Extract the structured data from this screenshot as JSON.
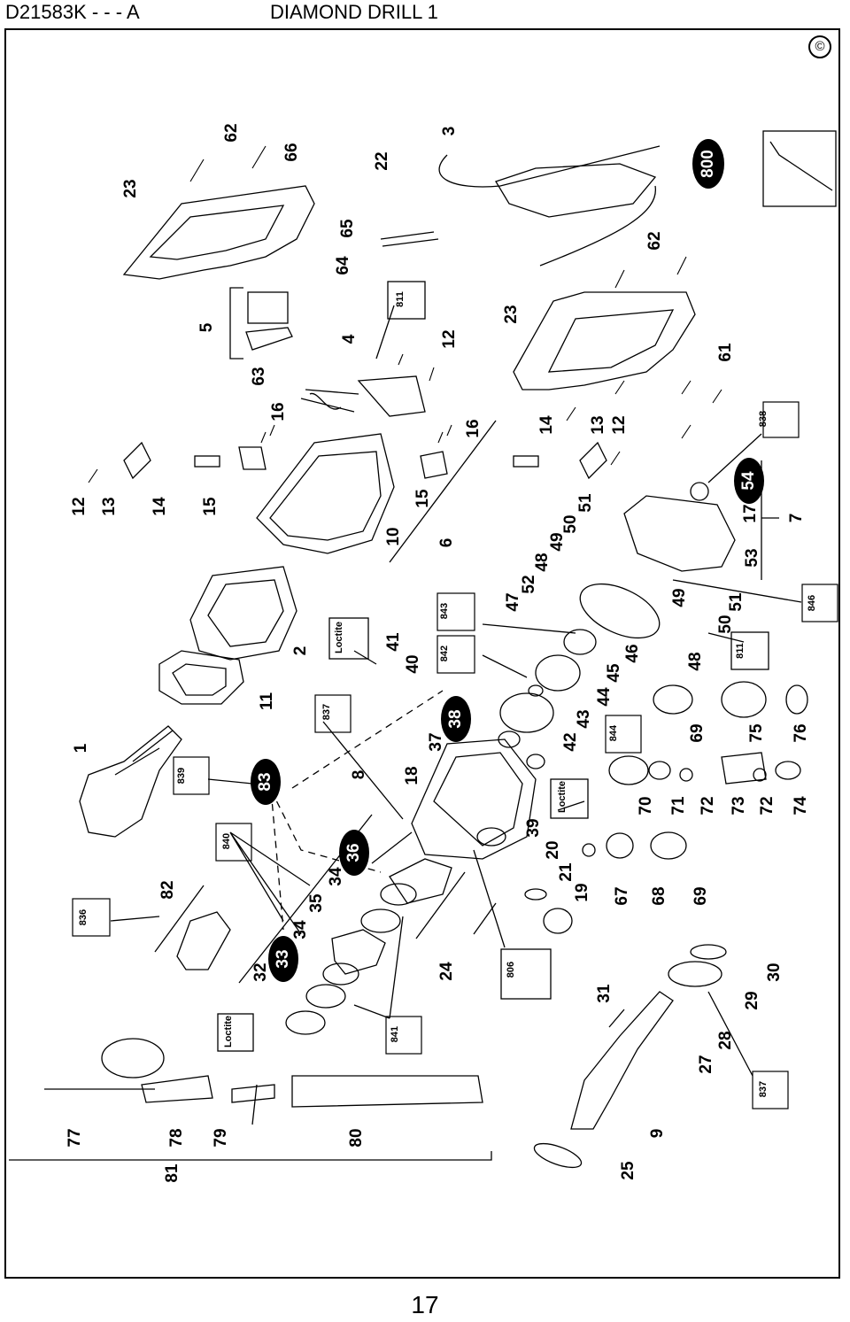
{
  "header": {
    "model": "D21583K - - - A",
    "title": "DIAMOND DRILL 1"
  },
  "copyright_symbol": "©",
  "page_number": "17",
  "labels": [
    {
      "id": "62a",
      "text": "62"
    },
    {
      "id": "66",
      "text": "66"
    },
    {
      "id": "22",
      "text": "22"
    },
    {
      "id": "3",
      "text": "3"
    },
    {
      "id": "800",
      "text": "800"
    },
    {
      "id": "23a",
      "text": "23"
    },
    {
      "id": "65",
      "text": "65"
    },
    {
      "id": "64",
      "text": "64"
    },
    {
      "id": "62b",
      "text": "62"
    },
    {
      "id": "5",
      "text": "5"
    },
    {
      "id": "811a",
      "text": "811"
    },
    {
      "id": "4",
      "text": "4"
    },
    {
      "id": "12a",
      "text": "12"
    },
    {
      "id": "23b",
      "text": "23"
    },
    {
      "id": "63",
      "text": "63"
    },
    {
      "id": "16a",
      "text": "16"
    },
    {
      "id": "16b",
      "text": "16"
    },
    {
      "id": "14a",
      "text": "14"
    },
    {
      "id": "13a",
      "text": "13"
    },
    {
      "id": "12b",
      "text": "12"
    },
    {
      "id": "61",
      "text": "61"
    },
    {
      "id": "838",
      "text": "838"
    },
    {
      "id": "12c",
      "text": "12"
    },
    {
      "id": "13b",
      "text": "13"
    },
    {
      "id": "14b",
      "text": "14"
    },
    {
      "id": "15a",
      "text": "15"
    },
    {
      "id": "10",
      "text": "10"
    },
    {
      "id": "15b",
      "text": "15"
    },
    {
      "id": "6",
      "text": "6"
    },
    {
      "id": "51a",
      "text": "51"
    },
    {
      "id": "50a",
      "text": "50"
    },
    {
      "id": "49a",
      "text": "49"
    },
    {
      "id": "48a",
      "text": "48"
    },
    {
      "id": "52",
      "text": "52"
    },
    {
      "id": "54",
      "text": "54"
    },
    {
      "id": "17",
      "text": "17"
    },
    {
      "id": "7",
      "text": "7"
    },
    {
      "id": "53",
      "text": "53"
    },
    {
      "id": "47",
      "text": "47"
    },
    {
      "id": "843",
      "text": "843"
    },
    {
      "id": "Loctite1",
      "text": "Loctite"
    },
    {
      "id": "41",
      "text": "41"
    },
    {
      "id": "40",
      "text": "40"
    },
    {
      "id": "2",
      "text": "2"
    },
    {
      "id": "846",
      "text": "846"
    },
    {
      "id": "49b",
      "text": "49"
    },
    {
      "id": "51b",
      "text": "51"
    },
    {
      "id": "50b",
      "text": "50"
    },
    {
      "id": "46",
      "text": "46"
    },
    {
      "id": "842",
      "text": "842"
    },
    {
      "id": "45",
      "text": "45"
    },
    {
      "id": "48b",
      "text": "48"
    },
    {
      "id": "811b",
      "text": "811"
    },
    {
      "id": "11",
      "text": "11"
    },
    {
      "id": "44",
      "text": "44"
    },
    {
      "id": "837a",
      "text": "837"
    },
    {
      "id": "43",
      "text": "43"
    },
    {
      "id": "69a",
      "text": "69"
    },
    {
      "id": "75",
      "text": "75"
    },
    {
      "id": "76",
      "text": "76"
    },
    {
      "id": "38",
      "text": "38"
    },
    {
      "id": "844",
      "text": "844"
    },
    {
      "id": "37",
      "text": "37"
    },
    {
      "id": "42",
      "text": "42"
    },
    {
      "id": "1",
      "text": "1"
    },
    {
      "id": "839",
      "text": "839"
    },
    {
      "id": "83",
      "text": "83"
    },
    {
      "id": "8",
      "text": "8"
    },
    {
      "id": "18",
      "text": "18"
    },
    {
      "id": "Loctite2",
      "text": "Loctite"
    },
    {
      "id": "70",
      "text": "70"
    },
    {
      "id": "71",
      "text": "71"
    },
    {
      "id": "72a",
      "text": "72"
    },
    {
      "id": "73",
      "text": "73"
    },
    {
      "id": "72b",
      "text": "72"
    },
    {
      "id": "74",
      "text": "74"
    },
    {
      "id": "840",
      "text": "840"
    },
    {
      "id": "39",
      "text": "39"
    },
    {
      "id": "36",
      "text": "36"
    },
    {
      "id": "20",
      "text": "20"
    },
    {
      "id": "34a",
      "text": "34"
    },
    {
      "id": "21",
      "text": "21"
    },
    {
      "id": "67",
      "text": "67"
    },
    {
      "id": "68",
      "text": "68"
    },
    {
      "id": "69b",
      "text": "69"
    },
    {
      "id": "82",
      "text": "82"
    },
    {
      "id": "35",
      "text": "35"
    },
    {
      "id": "19",
      "text": "19"
    },
    {
      "id": "836",
      "text": "836"
    },
    {
      "id": "34b",
      "text": "34"
    },
    {
      "id": "33",
      "text": "33"
    },
    {
      "id": "24",
      "text": "24"
    },
    {
      "id": "806",
      "text": "806"
    },
    {
      "id": "32",
      "text": "32"
    },
    {
      "id": "31",
      "text": "31"
    },
    {
      "id": "30",
      "text": "30"
    },
    {
      "id": "29",
      "text": "29"
    },
    {
      "id": "Loctite3",
      "text": "Loctite"
    },
    {
      "id": "841",
      "text": "841"
    },
    {
      "id": "28",
      "text": "28"
    },
    {
      "id": "27",
      "text": "27"
    },
    {
      "id": "837b",
      "text": "837"
    },
    {
      "id": "77",
      "text": "77"
    },
    {
      "id": "78",
      "text": "78"
    },
    {
      "id": "79",
      "text": "79"
    },
    {
      "id": "80",
      "text": "80"
    },
    {
      "id": "9",
      "text": "9"
    },
    {
      "id": "81",
      "text": "81"
    },
    {
      "id": "25",
      "text": "25"
    }
  ]
}
